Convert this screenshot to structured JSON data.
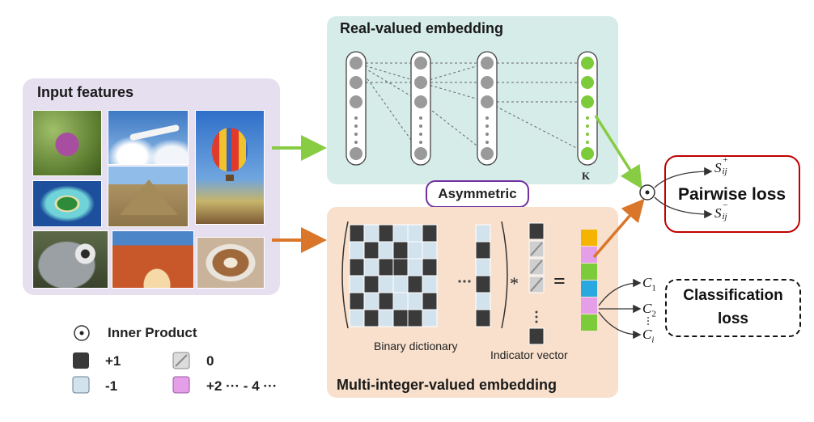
{
  "input_panel": {
    "title": "Input features"
  },
  "real_panel": {
    "title": "Real-valued embedding",
    "k_label": "K"
  },
  "multi_panel": {
    "title": "Multi-integer-valued embedding",
    "binary_dictionary_label": "Binary dictionary",
    "indicator_vector_label": "Indicator vector",
    "multiply_symbol": "*",
    "equals_symbol": "=",
    "ellipsis": "···"
  },
  "asymmetric_label": "Asymmetric",
  "pairwise_loss": {
    "label": "Pairwise loss",
    "s_plus": "S",
    "s_minus": "S",
    "sub": "ij",
    "sup_plus": "+",
    "sup_minus": "−"
  },
  "classification_loss": {
    "label_line1": "Classification",
    "label_line2": "loss",
    "c1": "C",
    "c1_sub": "1",
    "c2": "C",
    "c2_sub": "2",
    "ci": "C",
    "ci_sub": "i"
  },
  "legend": {
    "inner_product": "Inner Product",
    "plus_one": "+1",
    "minus_one": "-1",
    "zero": "0",
    "plus_two": "+2 ···  - 4 ···"
  },
  "colors": {
    "green_arrow": "#88cc44",
    "orange_arrow": "#d9762a",
    "pairwise_border": "#c00000",
    "asymmetric_border": "#7030a0",
    "real_panel_bg": "#d6ece9",
    "multi_panel_bg": "#f8e0cc",
    "input_panel_bg": "#e6dff0",
    "black_cell": "#3a3a3a",
    "light_cell": "#d3e3ee",
    "pink_cell": "#e49fe8",
    "green_node": "#7ccb3a",
    "grey_node": "#9a9a9a"
  }
}
